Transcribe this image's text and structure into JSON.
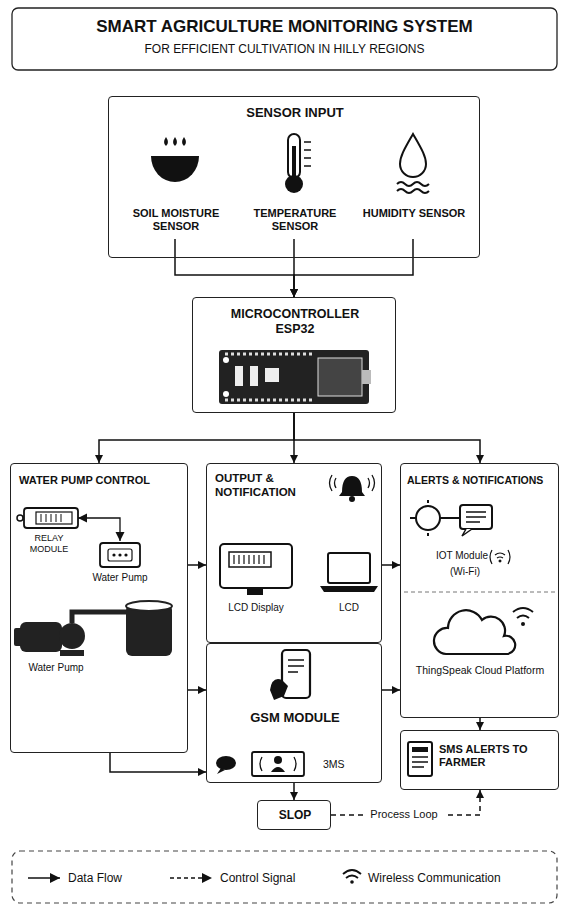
{
  "diagram": {
    "title": "SMART AGRICULTURE MONITORING SYSTEM",
    "nodes": [
      {
        "text": [
          "SENSOR INPUT"
        ]
      },
      {
        "text": [
          "SOIL MOISTURE SENSOR"
        ],
        "in": 0
      },
      {
        "text": [
          "TEMPERATURE SENSOR"
        ],
        "in": 0
      },
      {
        "text": [
          "HUMIDITY SENSOR"
        ],
        "in": 0
      },
      {
        "text": [
          "MICROCONTROLLER ESP32"
        ]
      },
      {
        "text": [
          "WATER PUMP CONTROL"
        ]
      },
      {
        "text": [
          "OUTPUT & NOTIFICATION"
        ]
      },
      {
        "text": [
          "ALERTS & NOTIFICATIONS"
        ]
      },
      {
        "text": [
          "GSM MODULE",
          "3MS"
        ]
      },
      {
        "text": [
          "SMS ALERTS TO FARMER"
        ]
      },
      {
        "text": [
          "SLOP"
        ]
      }
    ],
    "edges": [
      {
        "from": 1,
        "to": 4,
        "arrow": "to"
      },
      {
        "from": 2,
        "to": 4,
        "arrow": "to"
      },
      {
        "from": 3,
        "to": 4,
        "arrow": "to"
      },
      {
        "from": 4,
        "to": 5,
        "arrow": "to"
      },
      {
        "from": 4,
        "to": 6,
        "arrow": "to"
      },
      {
        "from": 4,
        "to": 7,
        "arrow": "to"
      },
      {
        "from": 5,
        "to": 6,
        "arrow": "to"
      },
      {
        "from": 6,
        "to": 7,
        "arrow": "to"
      },
      {
        "from": 5,
        "to": 8,
        "arrow": "to"
      },
      {
        "from": 8,
        "to": 7,
        "arrow": "to"
      },
      {
        "from": 5,
        "to": 8,
        "arrow": "to"
      },
      {
        "from": 7,
        "to": 9,
        "arrow": "to"
      },
      {
        "from": 8,
        "to": 10,
        "arrow": "to"
      },
      {
        "from": 10,
        "to": 9,
        "label": "Process Loop",
        "arrow": "to"
      }
    ],
    "labels": [
      "FOR EFFICIENT CULTIVATION IN HILLY REGIONS",
      "RELAY MODULE",
      "Water Pump",
      "Water Pump",
      "LCD Display",
      "LCD",
      "IOT Module",
      "(Wi-Fi)",
      "ThingSpeak Cloud Platform"
    ],
    "legend": [
      {
        "text": "Data Flow"
      },
      {
        "text": "Control Signal"
      },
      {
        "text": "Wireless Communication"
      }
    ]
  }
}
